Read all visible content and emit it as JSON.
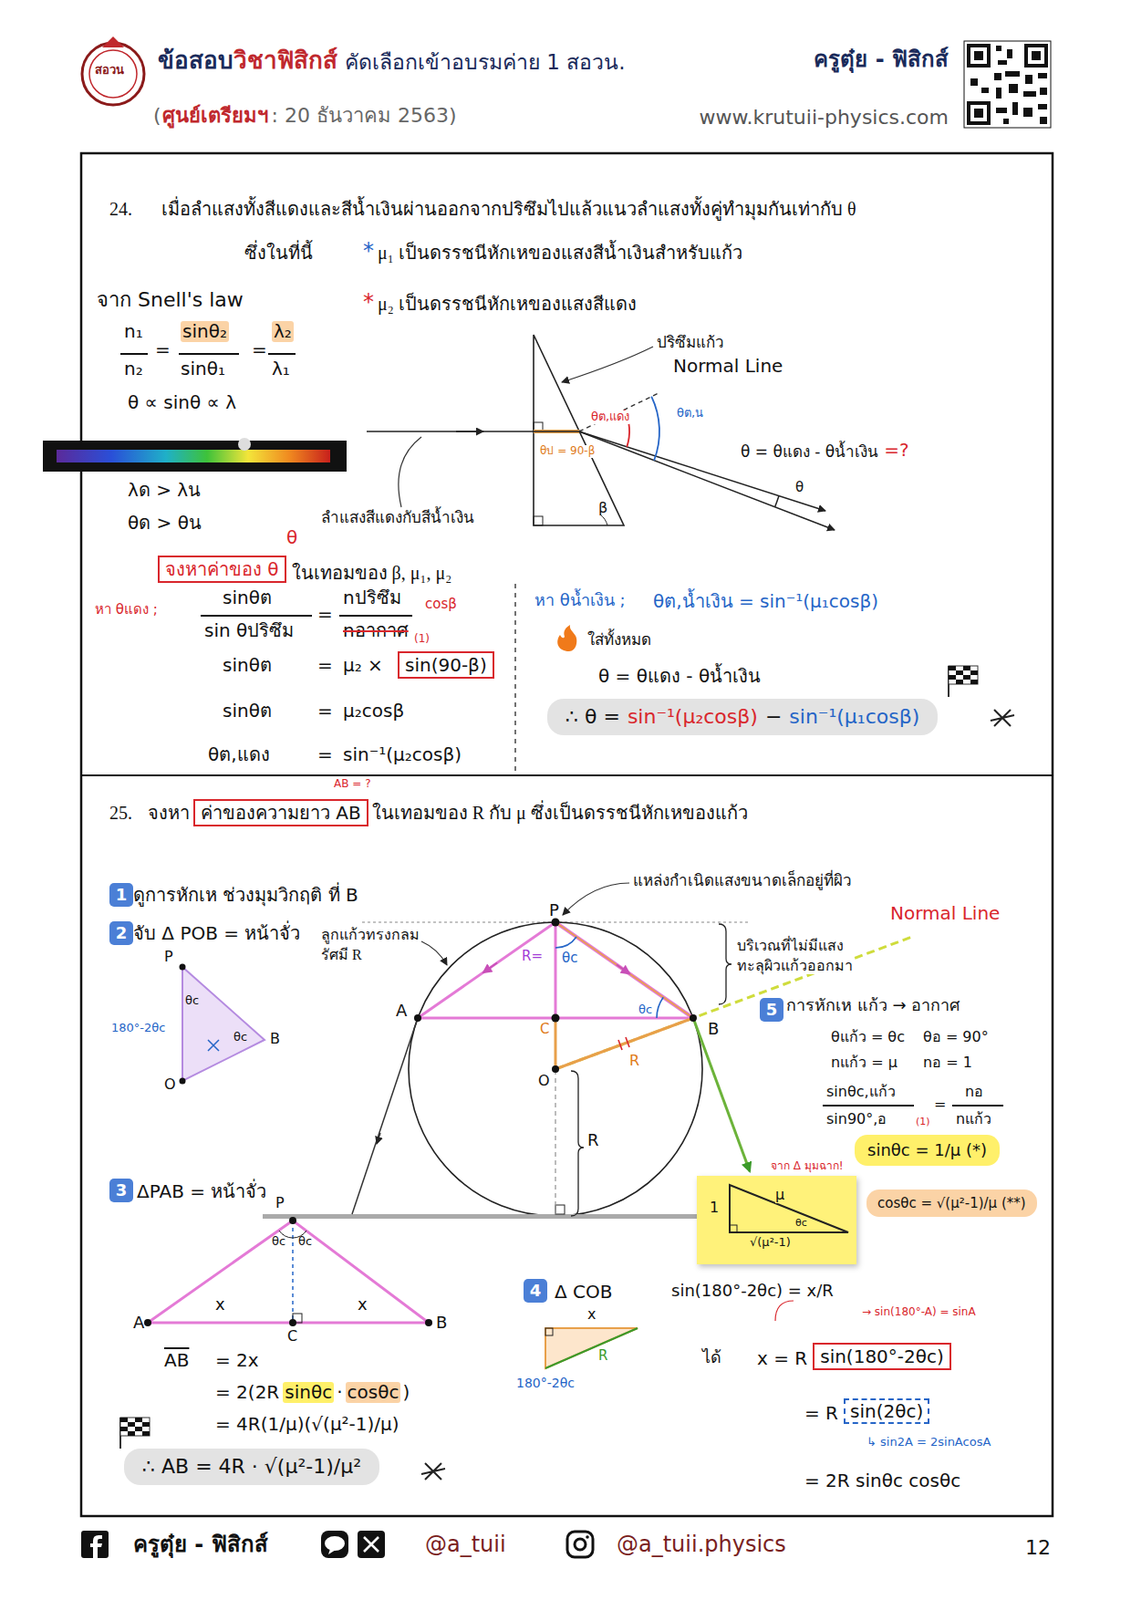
{
  "diagram": {
    "nodes": [
      {
        "text": [
          "จงหาค่าของ θ"
        ]
      },
      {
        "text": [
          "sin(90-β)"
        ]
      },
      {
        "text": [
          "∴ θ =",
          "sin⁻¹(μ₂cosβ)",
          "−",
          "sin⁻¹(μ₁cosβ)"
        ]
      },
      {
        "text": [
          "ค่าของความยาว AB"
        ]
      },
      {
        "text": [
          "1"
        ]
      },
      {
        "text": [
          "2"
        ]
      },
      {
        "text": [
          "5"
        ]
      },
      {
        "text": [
          "sinθc = 1/μ (*)"
        ]
      },
      {
        "text": [
          "1",
          "μ",
          "θc",
          "√(μ²-1)"
        ]
      },
      {
        "text": [
          "cosθc = √(μ²-1)/μ (**)"
        ]
      },
      {
        "text": [
          "3"
        ]
      },
      {
        "text": [
          "4"
        ]
      },
      {
        "text": [
          "sin(180°-2θc)"
        ]
      },
      {
        "text": [
          "sin(2θc)"
        ]
      },
      {
        "text": [
          "∴ AB = 4R · √(μ²-1)/μ²"
        ]
      }
    ],
    "labels": [
      "สอวน",
      "ข้อสอบ",
      "วิชาฟิสิกส์",
      "คัดเลือกเข้าอบรมค่าย 1 สอวน.",
      "(",
      "ศูนย์เตรียมฯ",
      ": 20 ธันวาคม 2563)",
      "ครูตุ๋ย - ฟิสิกส์",
      "www.krutuii-physics.com",
      "24.",
      "เมื่อลำแสงทั้งสีแดงและสีน้ำเงินผ่านออกจากปริซึมไปแล้วแนวลำแสงทั้งคู่ทำมุมกันเท่ากับ θ",
      "ซึ่งในที่นี้",
      "*",
      "μ₁ เป็นดรรชนีหักเหของแสงสีน้ำเงินสำหรับแก้ว",
      "*",
      "μ₂ เป็นดรรชนีหักเหของแสงสีแดง",
      "จาก Snell's law",
      "n₁",
      "n₂",
      "=",
      "sinθ₂",
      "sinθ₁",
      "=",
      "λ₂",
      "λ₁",
      "θ ∝ sinθ ∝ λ",
      "λด > λน",
      "θด > θน",
      "θ",
      "ในเทอมของ β, μ₁, μ₂",
      "ปริซึมแก้ว",
      "Normal Line",
      "θต,แดง",
      "θต,น",
      "θ = θแดง - θน้ำเงิน",
      "=?",
      "θ",
      "ลำแสงสีแดงกับสีน้ำเงิน",
      "θป = 90-β",
      "β",
      "หา θแดง ;",
      "sinθต",
      "sin θปริซึม",
      "=",
      "nปริซึม",
      "nอากาศ",
      "(1)",
      "cosβ",
      "sinθต",
      "=",
      "μ₂ ×",
      "sinθต",
      "=",
      "μ₂cosβ",
      "θต,แดง",
      "=",
      "sin⁻¹(μ₂cosβ)",
      "หา θน้ำเงิน ;",
      "θต,น้ำเงิน = sin⁻¹(μ₁cosβ)",
      "ใส่ทั้งหมด",
      "θ = θแดง - θน้ำเงิน",
      "AB = ?",
      "25.",
      "จงหา",
      "ในเทอมของ R กับ μ ซึ่งเป็นดรรชนีหักเหของแก้ว",
      "แหล่งกำเนิดแสงขนาดเล็กอยู่ที่ผิว",
      "ลูกแก้วทรงกลม",
      "รัศมี R",
      "บริเวณที่ไม่มีแสง",
      "ทะลุผิวแก้วออกมา",
      "Normal Line",
      "P",
      "A",
      "B",
      "R=",
      "θc",
      "C",
      "O",
      "R",
      "θc",
      "R",
      "ดูการหักเห ช่วงมุมวิกฤติ ที่ B",
      "จับ Δ POB = หน้าจั่ว",
      "P",
      "θc",
      "180°-2θc",
      "θc",
      "B",
      "O",
      "ΔPAB = หน้าจั่ว",
      "P",
      "θc",
      "θc",
      "A",
      "x",
      "x",
      "B",
      "C",
      "AB",
      "= 2x",
      "= 2(2R",
      "sinθc",
      "·",
      "cosθc",
      ")",
      "= 4R(1/μ)(√(μ²-1)/μ)",
      "การหักเห แก้ว → อากาศ",
      "θแก้ว = θc",
      "θอ = 90°",
      "nแก้ว = μ",
      "nอ = 1",
      "sinθc,แก้ว",
      "sin90°,อ",
      "(1)",
      "=",
      "nอ",
      "nแก้ว",
      "จาก Δ มุมฉาก!",
      "Δ COB",
      "sin(180°-2θc) = x/R",
      "→ sin(180°-A) = sinA",
      "x",
      "R",
      "180°-2θc",
      "ได้",
      "x = R",
      "= R",
      "↳ sin2A = 2sinAcosA",
      "= 2R sinθc cosθc",
      "ครูตุ๋ย - ฟิสิกส์",
      "@a_tuii",
      "@a_tuii.physics",
      "12"
    ]
  }
}
